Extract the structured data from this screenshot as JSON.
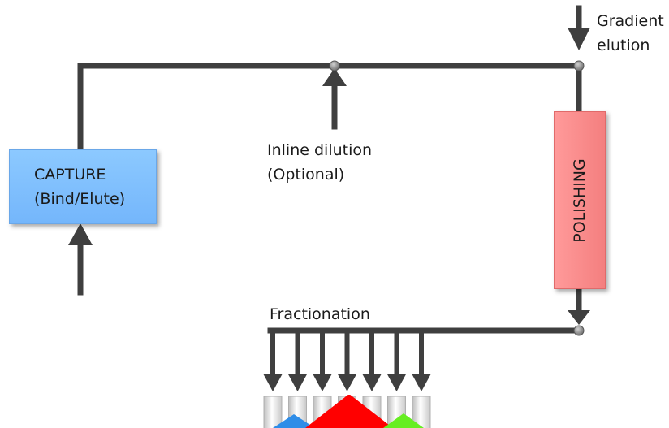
{
  "colors": {
    "line": "#3f3f3f",
    "capture_fill": "#80bfff",
    "polishing_fill": "#f58a8a",
    "fraction_red": "#ff0000",
    "fraction_blue": "#2e8de8",
    "fraction_green": "#66ee22"
  },
  "labels": {
    "gradient": "Gradient",
    "elution": "elution",
    "inline_dilution": "Inline dilution",
    "optional": "(Optional)",
    "fractionation": "Fractionation"
  },
  "boxes": {
    "capture_line1": "CAPTURE",
    "capture_line2": "(Bind/Elute)",
    "polishing": "POLISHING"
  },
  "fraction_outlets": 7
}
